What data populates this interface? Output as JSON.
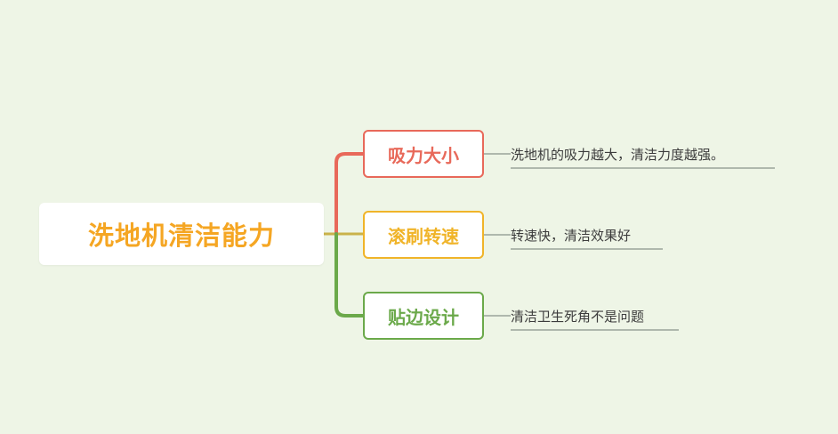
{
  "diagram": {
    "type": "mindmap",
    "background_color": "#eef5e6",
    "root": {
      "label": "洗地机清洁能力",
      "color": "#f5a623"
    },
    "branches": [
      {
        "label": "吸力大小",
        "color": "#e8695a",
        "leaf": "洗地机的吸力越大，清洁力度越强。"
      },
      {
        "label": "滚刷转速",
        "color": "#f0b429",
        "leaf": "转速快，清洁效果好"
      },
      {
        "label": "贴边设计",
        "color": "#6ba94a",
        "leaf": "清洁卫生死角不是问题"
      }
    ]
  }
}
